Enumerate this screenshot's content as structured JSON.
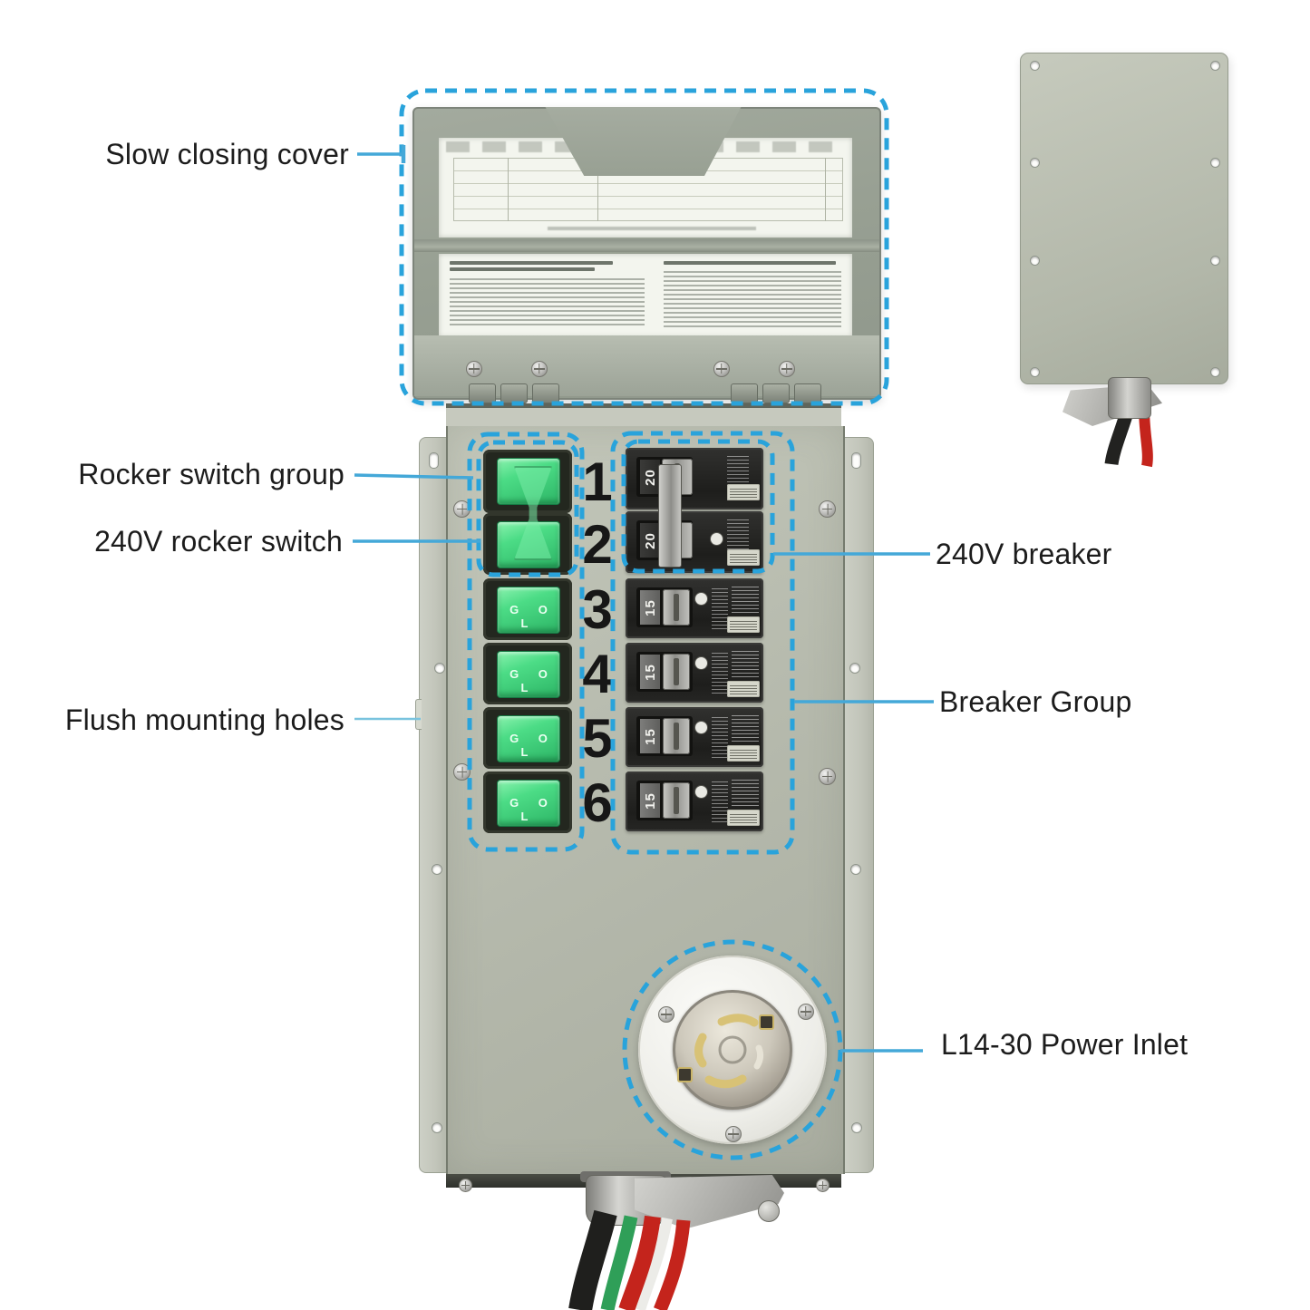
{
  "accent": {
    "callout_blue": "#29a3db",
    "line_blue": "#44a8d8",
    "switch_green": "#4cdc86"
  },
  "annotations": {
    "slow_closing_cover": "Slow closing cover",
    "rocker_switch_group": "Rocker switch group",
    "rocker_240v": "240V rocker switch",
    "flush_mounting_holes": "Flush mounting holes",
    "breaker_240v": "240V breaker",
    "breaker_group": "Breaker Group",
    "power_inlet": "L14-30 Power Inlet"
  },
  "panel": {
    "circuit_numbers": [
      "1",
      "2",
      "3",
      "4",
      "5",
      "6"
    ],
    "breakers": [
      {
        "amps": "20"
      },
      {
        "amps": "20"
      },
      {
        "amps": "15"
      },
      {
        "amps": "15"
      },
      {
        "amps": "15"
      },
      {
        "amps": "15"
      }
    ],
    "switches": [
      {
        "marking": ""
      },
      {
        "marking": ""
      },
      {
        "marking": "G O L"
      },
      {
        "marking": "G O L"
      },
      {
        "marking": "G O L"
      },
      {
        "marking": "G O L"
      }
    ]
  }
}
